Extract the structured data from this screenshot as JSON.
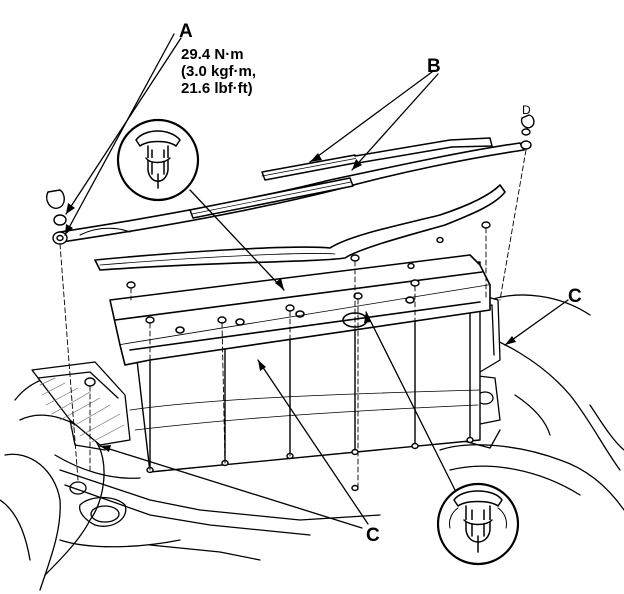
{
  "callouts": {
    "a": "A",
    "b": "B",
    "c": "C",
    "d": "D"
  },
  "torque_spec": {
    "line1": "29.4 N·m",
    "line2": "(3.0 kgf·m,",
    "line3": "21.6 lbf·ft)"
  },
  "colors": {
    "ink": "#000000",
    "paper": "#ffffff",
    "hatch": "#6b6b6b"
  }
}
